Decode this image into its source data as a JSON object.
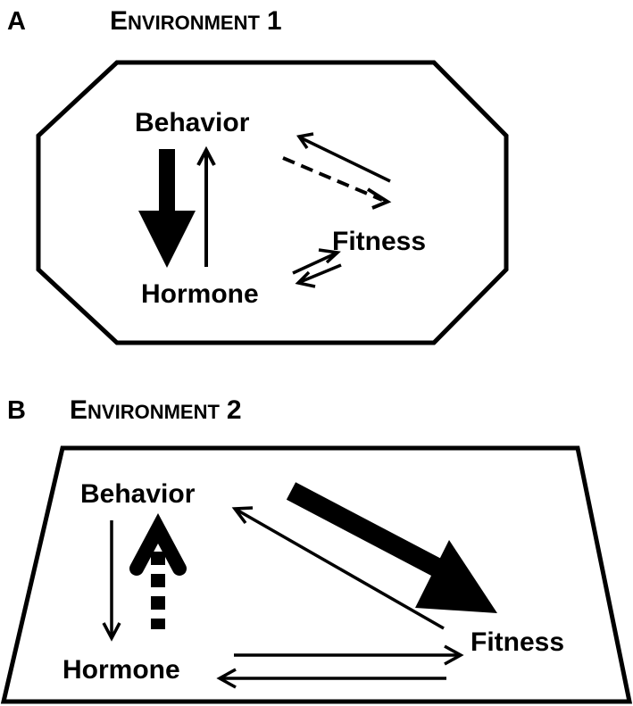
{
  "panels": [
    {
      "letter": "A",
      "title_initial": "E",
      "title_rest": "NVIRONMENT",
      "title_number": "1",
      "nodes": {
        "behavior": "Behavior",
        "hormone": "Hormone",
        "fitness": "Fitness"
      },
      "arrows": [
        {
          "from": "Behavior",
          "to": "Hormone",
          "style": "thick solid"
        },
        {
          "from": "Hormone",
          "to": "Behavior",
          "style": "thin solid"
        },
        {
          "from": "Fitness",
          "to": "Behavior",
          "style": "thin solid"
        },
        {
          "from": "Behavior",
          "to": "Fitness",
          "style": "dashed"
        },
        {
          "from": "Hormone",
          "to": "Fitness",
          "style": "short thin, bidirectional"
        },
        {
          "from": "Fitness",
          "to": "Hormone",
          "style": "short thin, bidirectional"
        }
      ]
    },
    {
      "letter": "B",
      "title_initial": "E",
      "title_rest": "NVIRONMENT",
      "title_number": "2",
      "nodes": {
        "behavior": "Behavior",
        "hormone": "Hormone",
        "fitness": "Fitness"
      },
      "arrows": [
        {
          "from": "Behavior",
          "to": "Hormone",
          "style": "thin solid"
        },
        {
          "from": "Hormone",
          "to": "Behavior",
          "style": "dotted with thick open head"
        },
        {
          "from": "Behavior",
          "to": "Fitness",
          "style": "very thick solid"
        },
        {
          "from": "Fitness",
          "to": "Behavior",
          "style": "thin solid"
        },
        {
          "from": "Hormone",
          "to": "Fitness",
          "style": "thin solid"
        },
        {
          "from": "Fitness",
          "to": "Hormone",
          "style": "thin solid"
        }
      ]
    }
  ]
}
